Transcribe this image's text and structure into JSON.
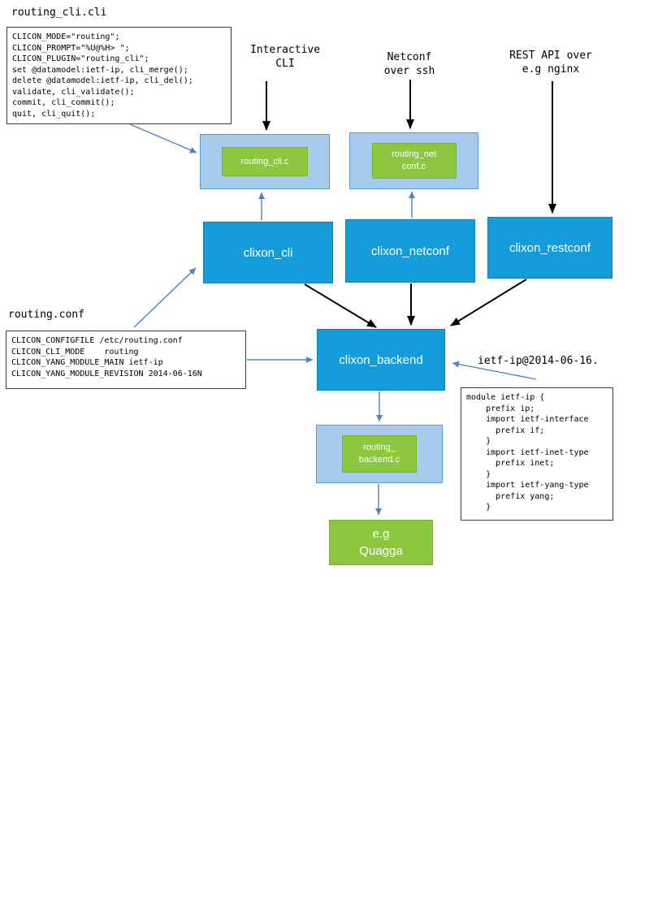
{
  "titles": {
    "routing_cli_cli": "routing_cli.cli",
    "routing_conf": "routing.conf",
    "ietf_ip_yang": "ietf-ip@2014-06-16."
  },
  "code_blocks": {
    "routing_cli_cli": "CLICON_MODE=\"routing\";\nCLICON_PROMPT=\"%U@%H> \";\nCLICON_PLUGIN=\"routing_cli\";\nset @datamodel:ietf-ip, cli_merge();\ndelete @datamodel:ietf-ip, cli_del();\nvalidate, cli_validate();\ncommit, cli_commit();\nquit, cli_quit();",
    "routing_conf": "CLICON_CONFIGFILE /etc/routing.conf\nCLICON_CLI_MODE    routing\nCLICON_YANG_MODULE_MAIN ietf-ip\nCLICON_YANG_MODULE_REVISION 2014-06-16N",
    "ietf_ip_yang": "module ietf-ip {\n    prefix ip;\n    import ietf-interface\n      prefix if;\n    }\n    import ietf-inet-type\n      prefix inet;\n    }\n    import ietf-yang-type\n      prefix yang;\n    }"
  },
  "annotations": {
    "interactive_cli": "Interactive\nCLI",
    "netconf_ssh": "Netconf\nover ssh",
    "rest_api": "REST API over\ne.g nginx"
  },
  "nodes": {
    "routing_cli_c": "routing_cli.c",
    "routing_netconf_c": "routing_net\nconf.c",
    "clixon_cli": "clixon_cli",
    "clixon_netconf": "clixon_netconf",
    "clixon_restconf": "clixon_restconf",
    "clixon_backend": "clixon_backend",
    "routing_backend_c": "routing_\nbackend.c",
    "quagga": "e.g\nQuagga"
  },
  "edges": [
    {
      "from": "interactive-cli-annotation",
      "to": "routing_cli.c",
      "style": "black"
    },
    {
      "from": "netconf-annotation",
      "to": "routing_netconf.c",
      "style": "black"
    },
    {
      "from": "rest-api-annotation",
      "to": "clixon_restconf",
      "style": "black"
    },
    {
      "from": "routing_cli.cli",
      "to": "routing_cli.c",
      "style": "blue"
    },
    {
      "from": "clixon_cli",
      "to": "routing_cli.c",
      "style": "blue"
    },
    {
      "from": "clixon_netconf",
      "to": "routing_netconf.c",
      "style": "blue"
    },
    {
      "from": "clixon_cli",
      "to": "clixon_backend",
      "style": "black"
    },
    {
      "from": "clixon_netconf",
      "to": "clixon_backend",
      "style": "black"
    },
    {
      "from": "clixon_restconf",
      "to": "clixon_backend",
      "style": "black"
    },
    {
      "from": "routing.conf",
      "to": "clixon_cli",
      "style": "blue"
    },
    {
      "from": "routing.conf",
      "to": "clixon_backend",
      "style": "blue"
    },
    {
      "from": "ietf-ip-yang",
      "to": "clixon_backend",
      "style": "blue"
    },
    {
      "from": "clixon_backend",
      "to": "routing_backend.c",
      "style": "blue"
    },
    {
      "from": "routing_backend.c",
      "to": "quagga",
      "style": "blue"
    }
  ],
  "colors": {
    "node_blue": "#149cdb",
    "node_light_blue": "#a6cbec",
    "node_green": "#8dc63f",
    "arrow_blue": "#4f81bd",
    "arrow_black": "#000000"
  }
}
